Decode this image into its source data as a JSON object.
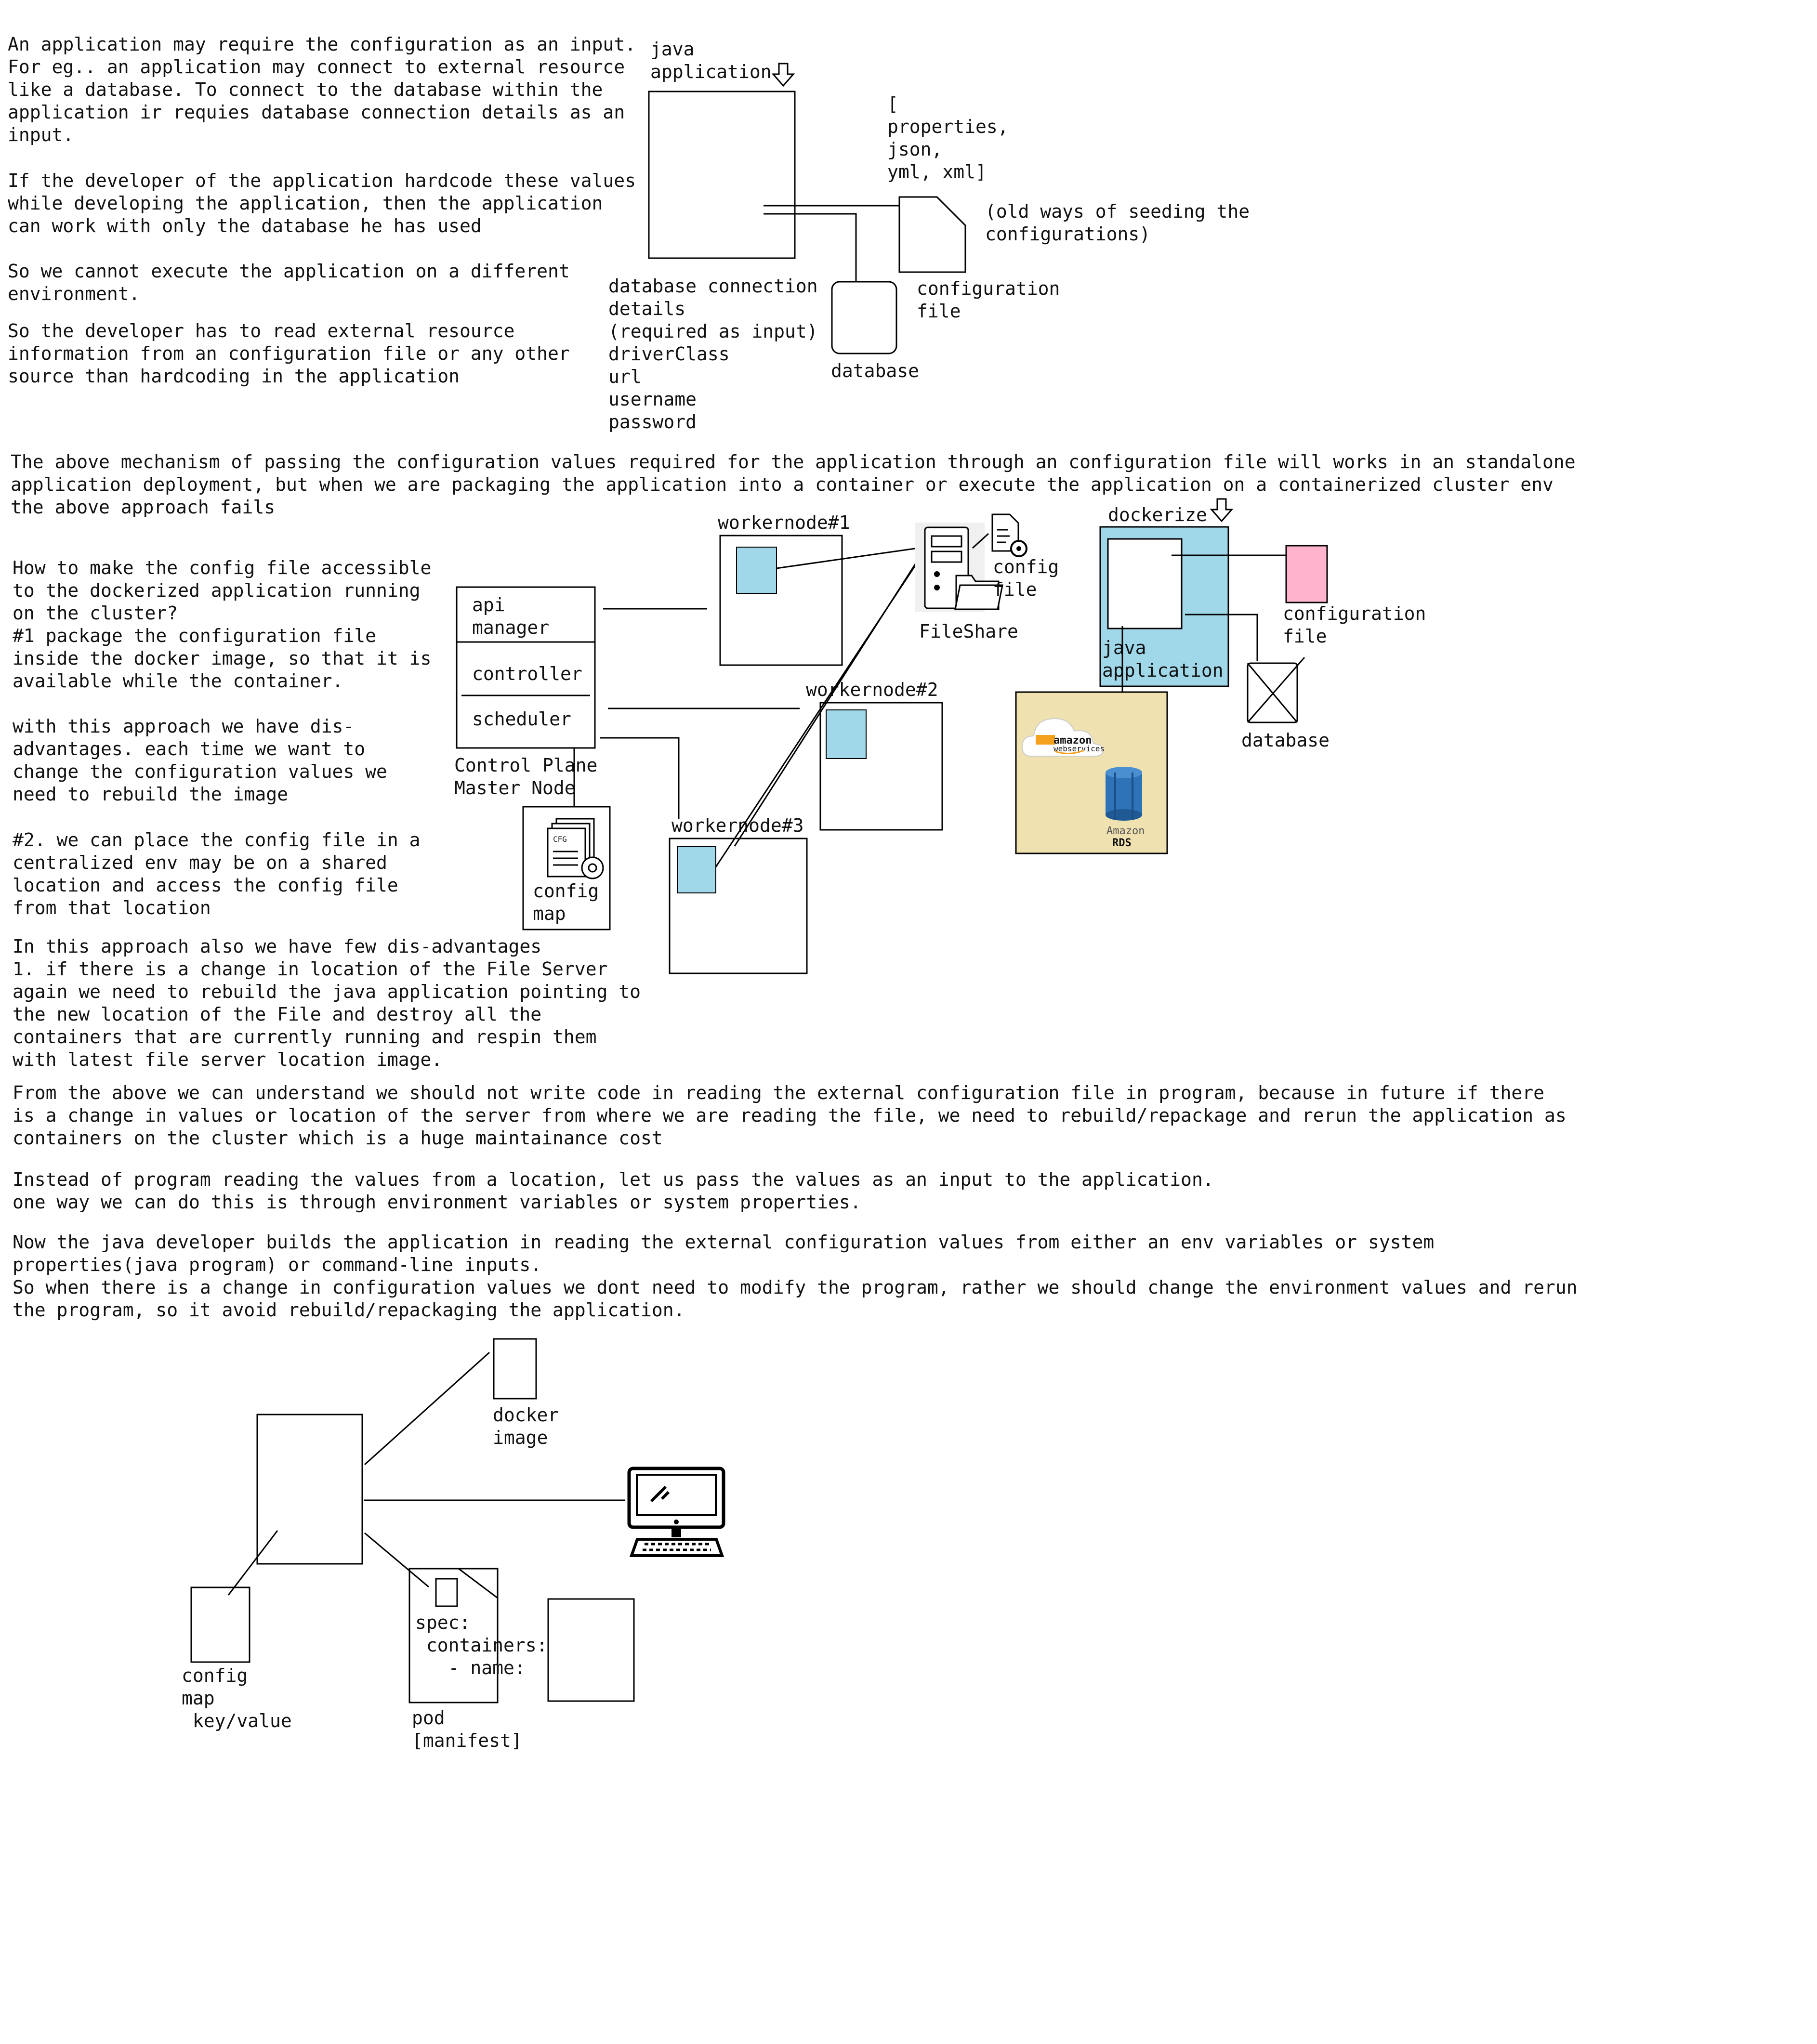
{
  "paragraphs": {
    "intro": [
      "An application may require the configuration as an input.",
      "For eg.. an application may connect to external resource",
      "like a database. To connect to the database within the",
      "application ir requies database connection details as an",
      "input."
    ],
    "hardcode": [
      "If the developer of the application hardcode these values",
      "while developing the application, then the application",
      "can work with only the database he has used"
    ],
    "cannot_execute": [
      "So we cannot execute the application on a different",
      "environment."
    ],
    "read_external": [
      "So the developer has to read external resource",
      "information from an configuration file or any other",
      "source than hardcoding in the application"
    ],
    "mechanism": [
      "The above mechanism of passing the configuration values required for the application through an configuration file will works in an standalone",
      "application deployment, but when we are packaging the application into a container or execute the application on a containerized cluster env",
      "the above approach fails"
    ],
    "how_to": [
      "How to make the config file accessible",
      "to the dockerized application running",
      "on the cluster?",
      "#1 package the configuration file",
      "inside the docker image, so that it is",
      "available while the container."
    ],
    "disadvantages1": [
      "with this approach we have dis-",
      "advantages. each time we want to",
      "change the configuration values we",
      "need to rebuild the image"
    ],
    "approach2": [
      "#2. we can place the config file in a",
      "centralized env may be on a shared",
      "location and access the config file",
      "from that location"
    ],
    "disadvantages2": [
      "In this approach also we have few dis-advantages",
      "1. if there is a change in location of the File Server",
      "again we need to rebuild the java application pointing to",
      "the new location of the File and destroy all the",
      "containers that are currently running and respin them",
      "with latest file server location image."
    ],
    "from_above": [
      "From the above we can understand we should not write code in reading the external configuration file in program, because in future if there",
      "is a change in values or location of the server from where we are reading the file, we need to rebuild/repackage and rerun the application as",
      "containers on the cluster which is a huge maintainance cost"
    ],
    "instead": [
      "Instead of program reading the values from a location, let us pass the values as an input to the application.",
      "one way we can do this is through environment variables or system properties."
    ],
    "now": [
      "Now the java developer builds the application in reading the external configuration values from either an env variables or system",
      "properties(java program) or command-line inputs.",
      "So when there is a change in configuration values we dont need to modify the program, rather we should change the environment values and rerun",
      "the program, so it avoid rebuild/repackaging the application."
    ]
  },
  "diagram1": {
    "java_app_label": [
      "java",
      "application"
    ],
    "formats": [
      "[",
      "properties,",
      "json,",
      "yml, xml]"
    ],
    "old_ways": [
      "(old ways of seeding the",
      "configurations)"
    ],
    "config_file_label": [
      "configuration",
      "file"
    ],
    "db_connection": [
      "database connection",
      "details",
      "(required as input)",
      "driverClass",
      "url",
      "username",
      "password"
    ],
    "database_label": "database"
  },
  "diagram2": {
    "control_plane_items": [
      "api",
      "manager",
      "controller",
      "scheduler"
    ],
    "control_plane_label": [
      "Control Plane",
      "Master Node"
    ],
    "config_map_label": [
      "config",
      "map"
    ],
    "cfg_icon_text": "CFG",
    "workernodes": [
      "workernode#1",
      "workernode#2",
      "workernode#3"
    ],
    "fileshare_label": "FileShare",
    "config_file_label": [
      "config",
      "file"
    ],
    "dockerize_label": "dockerize",
    "java_app_label": [
      "java",
      "application"
    ],
    "configuration_file_label": [
      "configuration",
      "file"
    ],
    "database_label": "database",
    "aws_logo_text": "amazon",
    "aws_logo_sub": "webservices",
    "rds_text_1": "Amazon",
    "rds_text_2": "RDS"
  },
  "diagram3": {
    "docker_image_label": [
      "docker",
      "image"
    ],
    "config_map_label": [
      "config",
      "map",
      " key/value"
    ],
    "pod_manifest": [
      "spec:",
      " containers:",
      "   - name:"
    ],
    "pod_label": [
      "pod",
      "[manifest]"
    ]
  },
  "colors": {
    "light_blue": "#a0d8ea",
    "pink": "#ffb3cc",
    "aws_panel": "#f0e2b0",
    "rds_blue": "#2e73b8"
  }
}
